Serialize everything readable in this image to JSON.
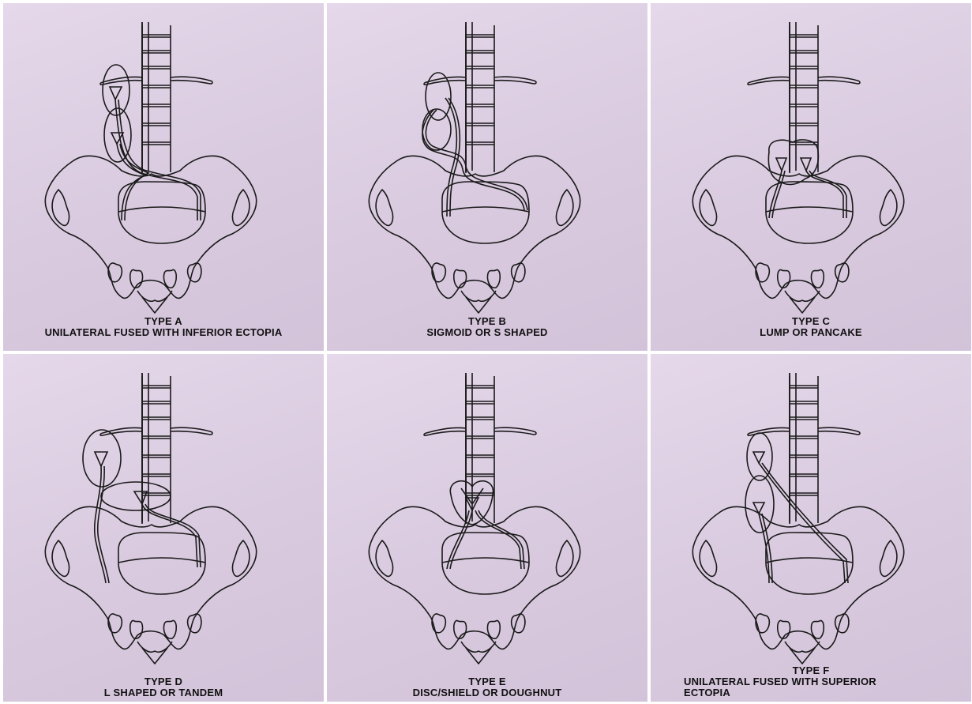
{
  "panels": [
    {
      "id": "a",
      "type_label": "TYPE A",
      "description": [
        "UNILATERAL FUSED WITH INFERIOR ECTOPIA"
      ]
    },
    {
      "id": "b",
      "type_label": "TYPE B",
      "description": [
        "SIGMOID OR S SHAPED"
      ]
    },
    {
      "id": "c",
      "type_label": "TYPE C",
      "description": [
        "LUMP OR PANCAKE"
      ]
    },
    {
      "id": "d",
      "type_label": "TYPE D",
      "description": [
        "L SHAPED OR TANDEM"
      ]
    },
    {
      "id": "e",
      "type_label": "TYPE E",
      "description": [
        "DISC/SHIELD OR DOUGHNUT"
      ]
    },
    {
      "id": "f",
      "type_label": "TYPE F",
      "description": [
        "UNILATERAL FUSED WITH SUPERIOR",
        "ECTOPIA"
      ]
    }
  ],
  "colors": {
    "panel_background": "#dccfe2",
    "line": "#1a1a1a"
  }
}
